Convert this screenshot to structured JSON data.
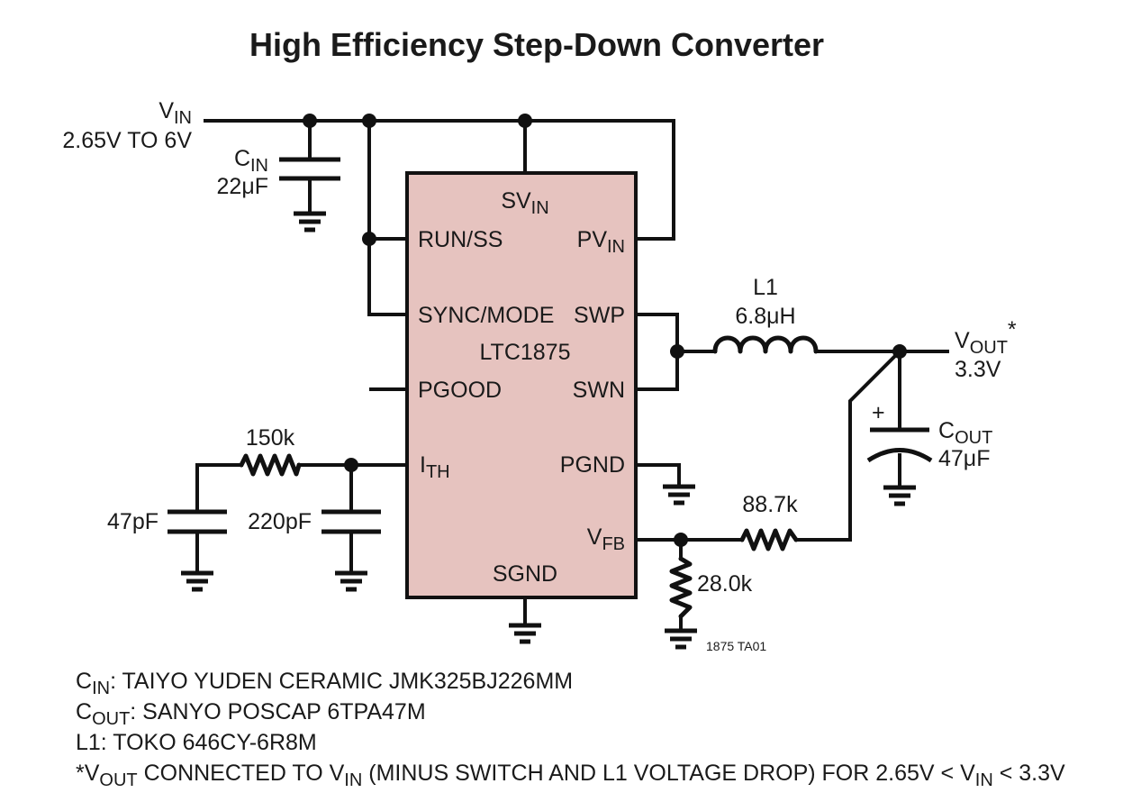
{
  "title": "High Efficiency Step-Down Converter",
  "input": {
    "name": "V",
    "name_sub": "IN",
    "range": "2.65V TO 6V"
  },
  "output": {
    "name": "V",
    "name_sub": "OUT",
    "suffix": "*",
    "value": "3.3V"
  },
  "ic": {
    "part": "LTC1875",
    "color": "#e6c3bf",
    "pins": {
      "svin": {
        "name": "SV",
        "sub": "IN"
      },
      "pvin": {
        "name": "PV",
        "sub": "IN"
      },
      "run_ss": "RUN/SS",
      "sync_mode": "SYNC/MODE",
      "swp": "SWP",
      "swn": "SWN",
      "pgood": "PGOOD",
      "ith": {
        "name": "I",
        "sub": "TH"
      },
      "pgnd": "PGND",
      "vfb": {
        "name": "V",
        "sub": "FB"
      },
      "sgnd": "SGND"
    }
  },
  "components": {
    "cin": {
      "name": "C",
      "sub": "IN",
      "value": "22μF"
    },
    "l1": {
      "name": "L1",
      "value": "6.8μH"
    },
    "cout": {
      "name": "C",
      "sub": "OUT",
      "value": "47μF",
      "polarity": "+"
    },
    "r_comp": "150k",
    "c_comp": "47pF",
    "c_filter": "220pF",
    "r_top": "88.7k",
    "r_bottom": "28.0k"
  },
  "figure_id": "1875 TA01",
  "notes": {
    "cin": {
      "name": "C",
      "sub": "IN",
      "text": ": TAIYO YUDEN CERAMIC JMK325BJ226MM"
    },
    "cout": {
      "name": "C",
      "sub": "OUT",
      "text": ": SANYO POSCAP 6TPA47M"
    },
    "l1": "L1: TOKO 646CY-6R8M",
    "footnote": {
      "star": "*V",
      "sub1": "OUT",
      "mid": " CONNECTED TO V",
      "sub2": "IN",
      "tail": " (MINUS SWITCH AND L1 VOLTAGE DROP) FOR 2.65V < V",
      "sub3": "IN",
      "end": " < 3.3V"
    }
  }
}
